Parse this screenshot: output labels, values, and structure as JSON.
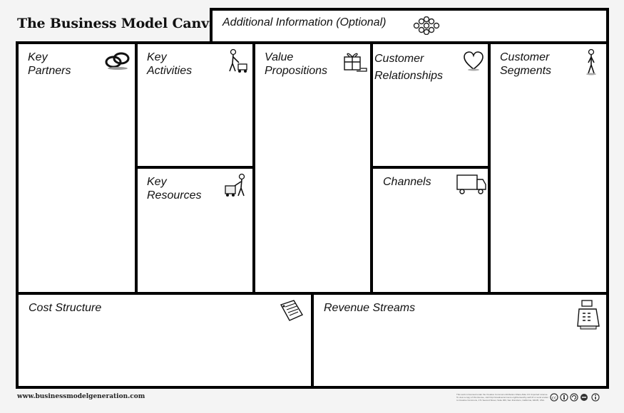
{
  "title": "The Business Model Canvas",
  "additional_info": {
    "label": "Additional Information (Optional)",
    "icon": "network-icon"
  },
  "blocks": {
    "key_partners": {
      "label": "Key\nPartners",
      "icon": "chain-link-icon"
    },
    "key_activities": {
      "label": "Key\nActivities",
      "icon": "worker-mowing-icon"
    },
    "key_resources": {
      "label": "Key\nResources",
      "icon": "worker-cart-icon"
    },
    "value_propositions": {
      "label": "Value\nPropositions",
      "icon": "gift-box-icon"
    },
    "customer_relationships": {
      "label": "Customer\nRelationships",
      "icon": "heart-icon"
    },
    "channels": {
      "label": "Channels",
      "icon": "truck-icon"
    },
    "customer_segments": {
      "label": "Customer\nSegments",
      "icon": "person-icon"
    },
    "cost_structure": {
      "label": "Cost Structure",
      "icon": "price-tag-icon"
    },
    "revenue_streams": {
      "label": "Revenue Streams",
      "icon": "cash-register-icon"
    }
  },
  "footer": {
    "url": "www.businessmodelgeneration.com",
    "license_note": "This work is licensed under the Creative Commons Attribution-Share Alike 3.0 Unported License. To view a copy of this license, visit http://creativecommons.org/licenses/by-sa/3.0/ or send a letter to Creative Commons, 171 Second Street, Suite 300, San Francisco, California, 94105, USA.",
    "license_icons": [
      "cc-icon",
      "by-icon",
      "sa-icon",
      "nc-icon",
      "info-icon"
    ]
  }
}
